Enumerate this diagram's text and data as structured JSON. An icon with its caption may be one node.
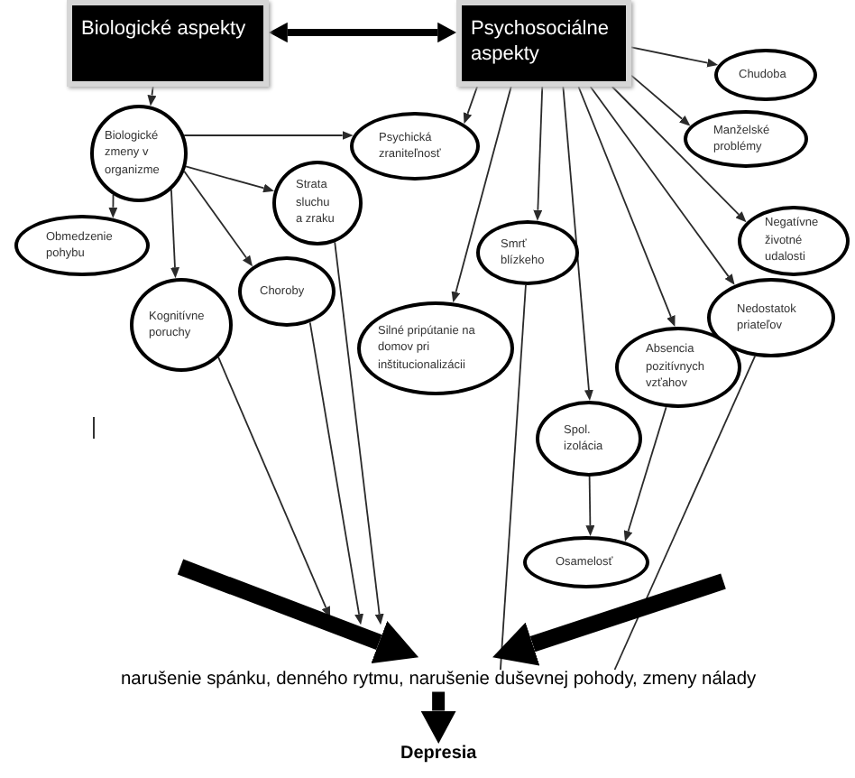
{
  "diagram": {
    "nodes": [
      {
        "text": [
          "Biologické aspekty"
        ]
      },
      {
        "text": [
          "Psychosociálne aspekty"
        ]
      },
      {
        "text": [
          "Biologické zmeny v organizme"
        ]
      },
      {
        "text": [
          "Psychická zraniteľnosť"
        ]
      },
      {
        "text": [
          "Strata sluchu a zraku"
        ]
      },
      {
        "text": [
          "Obmedzenie pohybu"
        ]
      },
      {
        "text": [
          "Kognitívne poruchy"
        ]
      },
      {
        "text": [
          "Choroby"
        ]
      },
      {
        "text": [
          "Chudoba"
        ]
      },
      {
        "text": [
          "Manželské problémy"
        ]
      },
      {
        "text": [
          "Smrť blízkeho"
        ]
      },
      {
        "text": [
          "Negatívne životné udalosti"
        ]
      },
      {
        "text": [
          "Silné pripútanie na domov pri inštitucionalizácii"
        ]
      },
      {
        "text": [
          "Nedostatok priateľov"
        ]
      },
      {
        "text": [
          "Absencia pozitívnych vzťahov"
        ]
      },
      {
        "text": [
          "Spol. izolácia"
        ]
      },
      {
        "text": [
          "Osamelosť"
        ]
      },
      {
        "text": [
          "narušenie spánku, denného rytmu, narušenie duševnej pohody, zmeny nálady"
        ]
      },
      {
        "text": [
          "Depresia"
        ]
      }
    ],
    "edges": [
      {
        "from": 0,
        "to": 1,
        "arrow": "both",
        "style": "thick"
      },
      {
        "from": 0,
        "to": 2,
        "arrow": "to"
      },
      {
        "from": 2,
        "to": 3,
        "arrow": "to"
      },
      {
        "from": 2,
        "to": 4,
        "arrow": "to"
      },
      {
        "from": 2,
        "to": 5,
        "arrow": "to"
      },
      {
        "from": 2,
        "to": 6,
        "arrow": "to"
      },
      {
        "from": 2,
        "to": 7,
        "arrow": "to"
      },
      {
        "from": 1,
        "to": 3,
        "arrow": "to"
      },
      {
        "from": 1,
        "to": 8,
        "arrow": "to"
      },
      {
        "from": 1,
        "to": 9,
        "arrow": "to"
      },
      {
        "from": 1,
        "to": 10,
        "arrow": "to"
      },
      {
        "from": 1,
        "to": 11,
        "arrow": "to"
      },
      {
        "from": 1,
        "to": 12,
        "arrow": "to"
      },
      {
        "from": 1,
        "to": 13,
        "arrow": "to"
      },
      {
        "from": 1,
        "to": 14,
        "arrow": "to"
      },
      {
        "from": 1,
        "to": 15,
        "arrow": "to"
      },
      {
        "from": 4,
        "to": 17,
        "arrow": "to"
      },
      {
        "from": 7,
        "to": 17,
        "arrow": "to"
      },
      {
        "from": 6,
        "to": 17,
        "arrow": "to"
      },
      {
        "from": 10,
        "to": 17,
        "arrow": "none"
      },
      {
        "from": 13,
        "to": 17,
        "arrow": "none"
      },
      {
        "from": 15,
        "to": 16,
        "arrow": "to"
      },
      {
        "from": 14,
        "to": 16,
        "arrow": "to"
      },
      {
        "from": null,
        "to": 17,
        "arrow": "to",
        "style": "thick"
      },
      {
        "from": null,
        "to": 17,
        "arrow": "to",
        "style": "thick"
      },
      {
        "from": 17,
        "to": 18,
        "arrow": "to",
        "style": "thick"
      }
    ]
  }
}
